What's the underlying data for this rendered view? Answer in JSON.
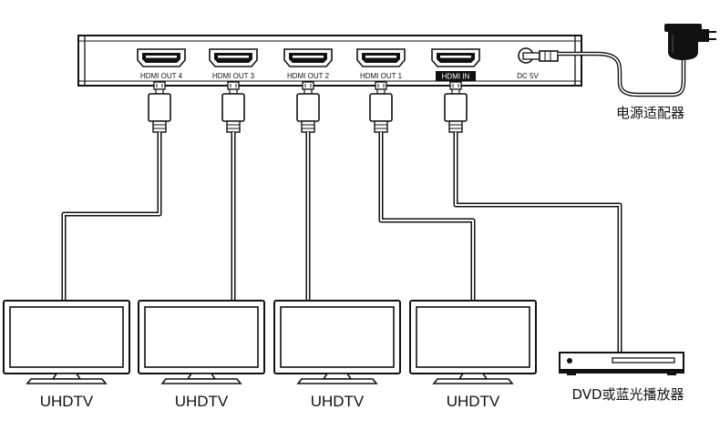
{
  "splitter": {
    "ports": [
      {
        "label": "HDMI OUT 4"
      },
      {
        "label": "HDMI OUT 3"
      },
      {
        "label": "HDMI OUT 2"
      },
      {
        "label": "HDMI OUT 1"
      },
      {
        "label": "HDMI IN"
      }
    ],
    "power_jack_label": "DC 5V"
  },
  "adapter": {
    "label": "电源适配器"
  },
  "tvs": [
    {
      "label": "UHDTV"
    },
    {
      "label": "UHDTV"
    },
    {
      "label": "UHDTV"
    },
    {
      "label": "UHDTV"
    }
  ],
  "player": {
    "label": "DVD或蓝光播放器"
  }
}
